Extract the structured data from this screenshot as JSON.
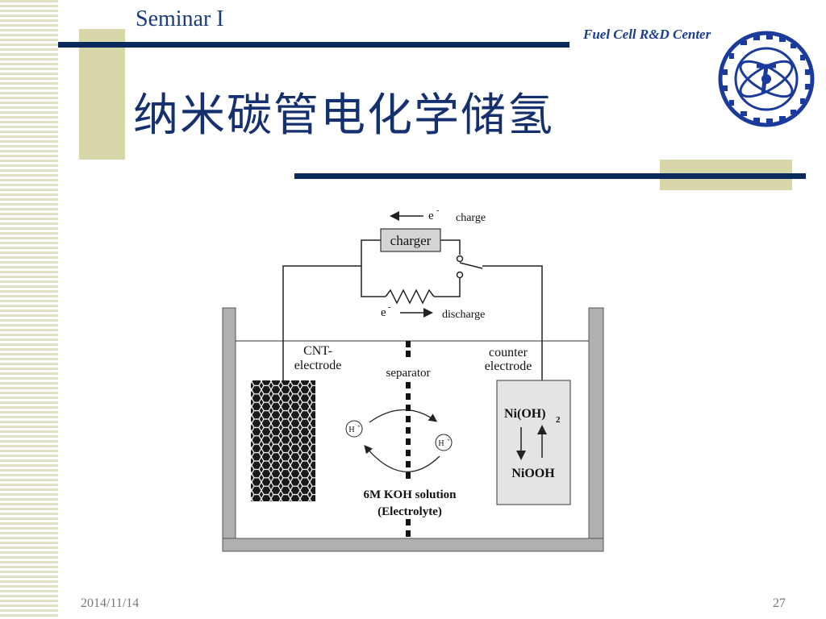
{
  "header": {
    "seminar": "Seminar I",
    "title": "纳米碳管电化学储氢",
    "center": "Fuel Cell R&D Center"
  },
  "footer": {
    "date": "2014/11/14",
    "page": "27"
  },
  "diagram": {
    "electron_top": "e",
    "charge": "charge",
    "charger": "charger",
    "electron_bottom": "e",
    "discharge": "discharge",
    "cnt_line1": "CNT-",
    "cnt_line2": "electrode",
    "separator": "separator",
    "counter_line1": "counter",
    "counter_line2": "electrode",
    "proton": "H",
    "nioh2_text": "Ni(OH)",
    "nioh2_sub": "2",
    "niooh": "NiOOH",
    "koh": "6M KOH solution",
    "electrolyte": "(Electrolyte)"
  },
  "colors": {
    "navy": "#0a2a5e",
    "khaki": "#d6d6a8",
    "title": "#15306e",
    "tank": "#b0b0b0"
  }
}
